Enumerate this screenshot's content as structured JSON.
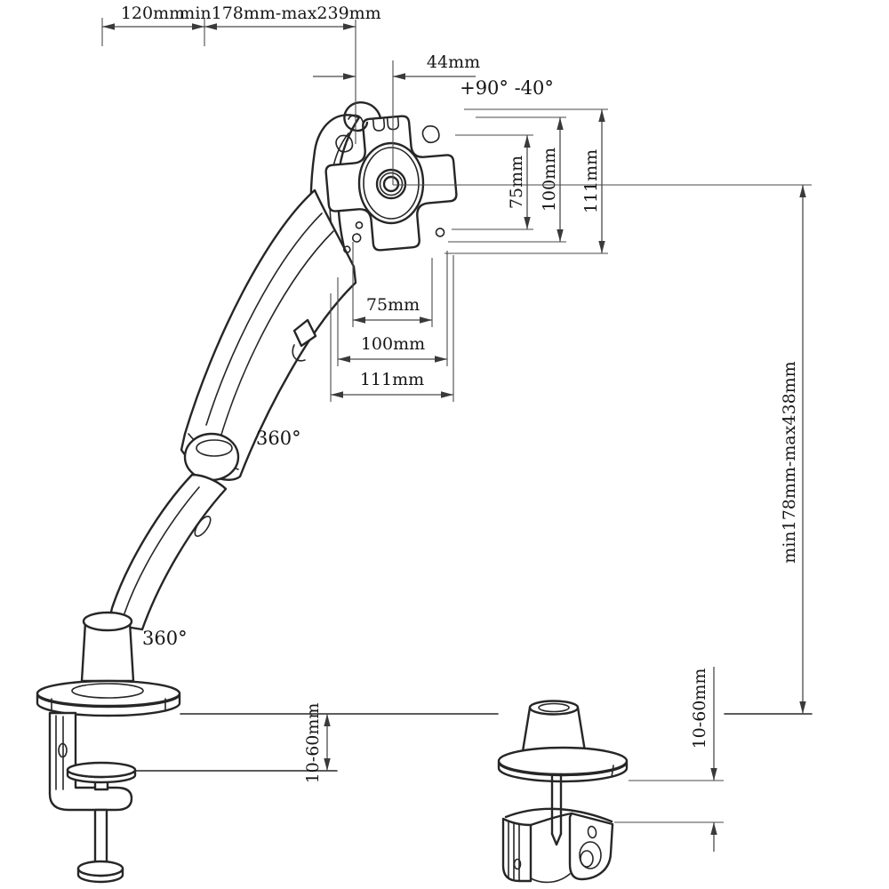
{
  "title": "Monitor arm mount dimensional diagram",
  "labels": {
    "top_left_offset": "120mm",
    "top_left_range": "min178mm-max239mm",
    "head_offset": "44mm",
    "tilt_range": "+90° -40°",
    "vesa_v75": "75mm",
    "vesa_v100": "100mm",
    "vesa_v111": "111mm",
    "vesa_h75": "75mm",
    "vesa_h100": "100mm",
    "vesa_h111": "111mm",
    "elbow_rotation": "360°",
    "base_rotation": "360°",
    "height_range": "min178mm-max438mm",
    "desk_thickness_left": "10-60mm",
    "desk_thickness_right": "10-60mm"
  },
  "colors": {
    "background": "#ffffff",
    "drawing_line": "#262626",
    "dimension_line": "#4a4a4a",
    "text": "#161616"
  }
}
